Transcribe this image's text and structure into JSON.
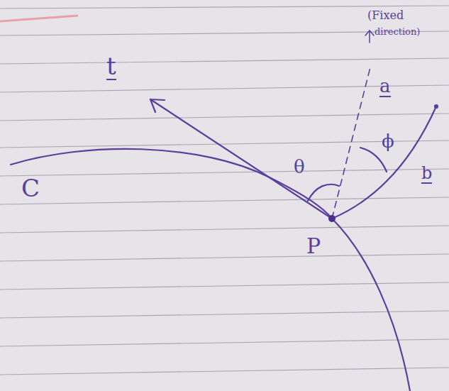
{
  "diagram": {
    "labels": [
      "t",
      "C",
      "θ",
      "P",
      "(Fixed",
      "direction)",
      "a",
      "ϕ",
      "b"
    ]
  }
}
